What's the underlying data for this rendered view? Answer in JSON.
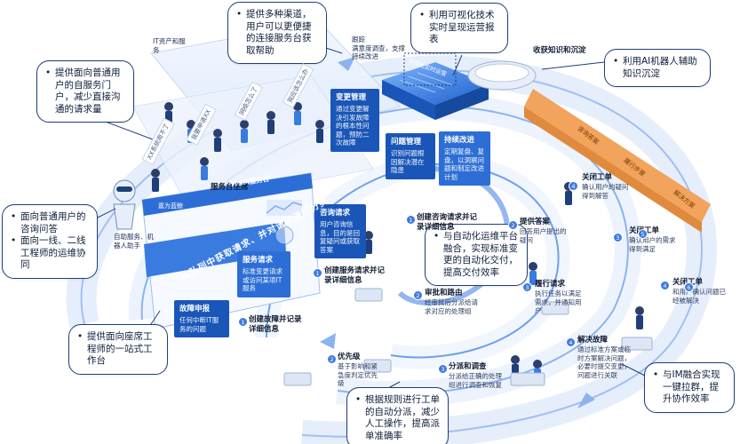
{
  "callouts": {
    "c_top_left": [
      "提供面向普通用户的自服务门户，减少直接沟通的请求量"
    ],
    "c_top_mid": [
      "提供多种渠道，用户可以更便捷的连接服务台获取帮助"
    ],
    "c_top_vis": [
      "利用可视化技术实时呈现运营报表"
    ],
    "c_right_ai": [
      "利用AI机器人辅助知识沉淀"
    ],
    "c_left_mid": [
      "面向普通用户的咨询问答",
      "面向一线、二线工程师的运维协同"
    ],
    "c_center": [
      "与自动化运维平台融合，实现标准变更的自动化交付，提高交付效率"
    ],
    "c_bottom_left": [
      "提供面向座席工程师的一站式工作台"
    ],
    "c_bottom_mid": [
      "根据规则进行工单的自动分派，减少人工操作，提高派单准确率"
    ],
    "c_bottom_right": [
      "与IM融合实现一键拉群，提升协作效率"
    ]
  },
  "cards": {
    "change": {
      "title": "变更管理",
      "body": "通过变更解决引发故障的根本性问题，预防二次故障"
    },
    "problem": {
      "title": "问题管理",
      "body": "识别问题根因解决潜在隐患"
    },
    "improve": {
      "title": "持续改进",
      "body": "定期复盘、复盘，以洞察问题和制定改进计划"
    },
    "consult": {
      "title": "咨询请求",
      "body": "用户咨询信息，目的是回复疑问或获取答案"
    },
    "service": {
      "title": "服务请求",
      "body": "标准变更请求或访问某项IT服务"
    },
    "fault": {
      "title": "故障申报",
      "body": "任何中断IT服务的问题"
    }
  },
  "steps": {
    "s1": {
      "title": "创建咨询请求并记录详细信息",
      "body": ""
    },
    "s2": {
      "title": "提供答案",
      "body": "回答用户提出的疑问"
    },
    "s3": {
      "title": "创建服务请求并记录详细信息",
      "body": ""
    },
    "s4": {
      "title": "审批和路由",
      "body": "经审批后分派给请求对应的处理组"
    },
    "s5": {
      "title": "履行请求",
      "body": "执行任务以满足需求，并通知用户"
    },
    "s6": {
      "title": "创建故障并记录详细信息",
      "body": ""
    },
    "s7": {
      "title": "优先级",
      "body": "基于影响和紧急度判定优先级"
    },
    "s8": {
      "title": "分派和调查",
      "body": "分派给正确的处理组进行调查和恢复"
    },
    "s9": {
      "title": "解决故障",
      "body": "通过标准方案或临时方案解决问题，必要时提交变更，问题进行关联"
    },
    "close1": {
      "title": "关闭工单",
      "body": "确认用户的疑问得到解答"
    },
    "close2": {
      "title": "关闭工单",
      "body": "确认用户的需求得到满足"
    },
    "close3": {
      "title": "关闭工单",
      "body": "和用户确认问题已经被解决"
    }
  },
  "labels": {
    "track": {
      "title": "跟踪",
      "body": "满意度调查，支撑持续改进"
    },
    "knowledge": "收获知识和沉淀",
    "it_assets": "IT资产和服务",
    "service_seats": "服务台坐席",
    "robot": "自助服务、机器人助手",
    "banner": "从队列中获取请求、并对请求进行分类",
    "itsm_platform": "ITSM服务台",
    "brand": "嘉为蓝鲸",
    "dashboard": "可视化实时运营",
    "tags": [
      "XX系统用不了",
      "我要申请XX",
      "网络怎么了",
      "我应该怎么办"
    ],
    "orange": [
      "咨询答案",
      "履行步骤",
      "解决方案"
    ]
  },
  "step_numbers": [
    "1",
    "2",
    "3",
    "4",
    "1",
    "2",
    "3",
    "4",
    "1",
    "2",
    "3",
    "4",
    "5",
    "6"
  ],
  "colors": {
    "navy": "#1f3f78",
    "ring_blue": "#3a7be0",
    "card_dark": "#1a56b8",
    "card_mid": "#2d6ed6",
    "orange": "#f2a35c"
  }
}
